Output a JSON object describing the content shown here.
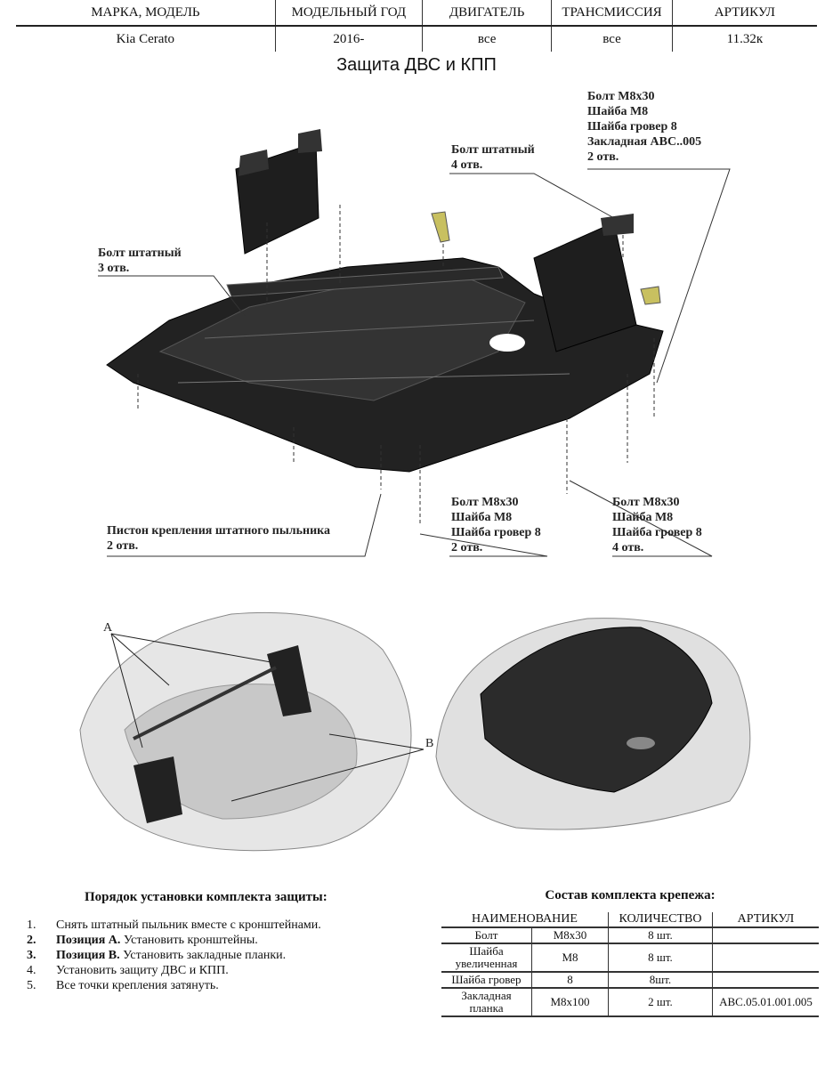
{
  "header": {
    "columns": [
      "МАРКА, МОДЕЛЬ",
      "МОДЕЛЬНЫЙ ГОД",
      "ДВИГАТЕЛЬ",
      "ТРАНСМИССИЯ",
      "АРТИКУЛ"
    ],
    "values": [
      "Kia Cerato",
      "2016-",
      "все",
      "все",
      "11.32к"
    ]
  },
  "title": "Защита ДВС и КПП",
  "callouts": {
    "top_right": [
      "Болт М8х30",
      "Шайба М8",
      "Шайба гровер 8",
      "Закладная АВС..005",
      "2 отв."
    ],
    "top_mid": [
      "Болт штатный",
      "4 отв."
    ],
    "left": [
      "Болт штатный",
      "3 отв."
    ],
    "bottom_left": [
      "Пистон крепления штатного пыльника",
      "2 отв."
    ],
    "bottom_mid": [
      "Болт М8х30",
      "Шайба М8",
      "Шайба гровер 8",
      "2 отв."
    ],
    "bottom_right": [
      "Болт М8х30",
      "Шайба М8",
      "Шайба гровер 8",
      "4 отв."
    ],
    "pos_a": "A",
    "pos_b": "B"
  },
  "instructions": {
    "title": "Порядок установки комплекта защиты:",
    "items": [
      {
        "num": "1.",
        "bold": "",
        "text": "Снять штатный пыльник вместе с кронштейнами."
      },
      {
        "num": "2.",
        "bold": "Позиция А.",
        "text": " Установить кронштейны."
      },
      {
        "num": "3.",
        "bold": "Позиция В.",
        "text": " Установить закладные планки."
      },
      {
        "num": "4.",
        "bold": "",
        "text": "Установить защиту ДВС и КПП."
      },
      {
        "num": "5.",
        "bold": "",
        "text": "Все точки крепления затянуть."
      }
    ]
  },
  "kit": {
    "title": "Состав комплекта крепежа:",
    "headers": [
      "НАИМЕНОВАНИЕ",
      "КОЛИЧЕСТВО",
      "АРТИКУЛ"
    ],
    "rows": [
      [
        "Болт",
        "М8х30",
        "8 шт.",
        ""
      ],
      [
        "Шайба увеличенная",
        "М8",
        "8 шт.",
        ""
      ],
      [
        "Шайба гровер",
        "8",
        "8шт.",
        ""
      ],
      [
        "Закладная планка",
        "М8х100",
        "2 шт.",
        "АВС.05.01.001.005"
      ]
    ]
  }
}
